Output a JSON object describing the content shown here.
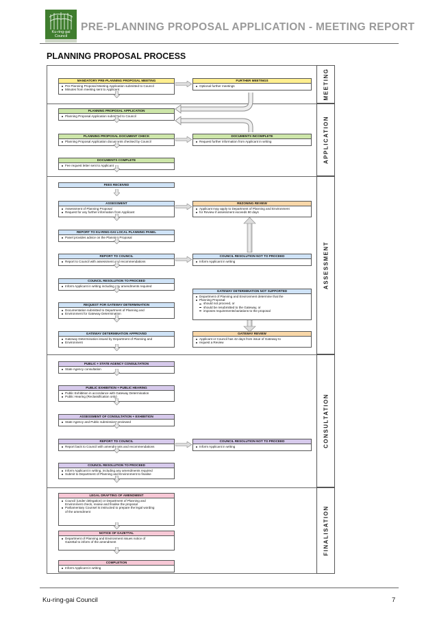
{
  "header": {
    "logo_line1": "Ku-ring-gai",
    "logo_line2": "Council",
    "title": "PRE-PLANNING PROPOSAL APPLICATION - MEETING REPORT"
  },
  "section_title": "PLANNING PROPOSAL PROCESS",
  "phases": {
    "meeting": "MEETING",
    "application": "APPLICATION",
    "assessment": "ASSESSMENT",
    "consultation": "CONSULTATION",
    "finalisation": "FINALISATION"
  },
  "colors": {
    "meeting": "#ffef8f",
    "application": "#cde6a9",
    "assessment": "#cfe3f7",
    "consultation": "#d7caec",
    "finalisation": "#f7c8d6",
    "review": "#f9d7a8",
    "arrow": "#9a9a9a"
  },
  "steps": {
    "mandatory_meeting": {
      "title": "MANDATORY PRE-PLANNING PROPOSAL MEETING",
      "items": [
        "Pre Planning Proposal Meeting Application submitted to Council",
        "Minutes from meeting sent to Applicant"
      ]
    },
    "further_meetings": {
      "title": "FURTHER MEETINGS",
      "items": [
        "Optional further meetings"
      ]
    },
    "pp_application": {
      "title": "PLANNING PROPOSAL APPLICATION",
      "items": [
        "Planning Proposal Application submitted to Council"
      ]
    },
    "document_check": {
      "title": "PLANNING PROPOSAL DOCUMENT CHECK",
      "items": [
        "Planning Proposal Application documents checked by Council"
      ]
    },
    "documents_incomplete": {
      "title": "DOCUMENTS INCOMPLETE",
      "items": [
        "Request further information from Applicant in writing"
      ]
    },
    "documents_complete": {
      "title": "DOCUMENTS COMPLETE",
      "items": [
        "Fee request letter sent to Applicant"
      ]
    },
    "fees_received": {
      "title": "FEES RECEIVED"
    },
    "assessment": {
      "title": "ASSESSMENT",
      "items": [
        "Assessment of Planning Proposal",
        "Request for any further information from Applicant"
      ]
    },
    "rezoning_review": {
      "title": "REZONING REVIEW",
      "items": [
        "Applicant may apply to Department of Planning and Environment",
        "for Review if assessment exceeds 90 days"
      ]
    },
    "report_lpp": {
      "title": "REPORT TO KU-RING-GAI LOCAL PLANNING PANEL",
      "items": [
        "Panel provides advice on the Planning Proposal"
      ]
    },
    "report_council_1": {
      "title": "REPORT TO COUNCIL",
      "items": [
        "Report to Council with assessment and recommendations"
      ]
    },
    "not_proceed_1": {
      "title": "COUNCIL RESOLUTION NOT TO PROCEED",
      "items": [
        "Inform Applicant in writing"
      ]
    },
    "resolution_proceed_1": {
      "title": "COUNCIL RESOLUTION TO PROCEED",
      "items": [
        "Inform Applicant in writing including any amendments required"
      ]
    },
    "gateway_not_supported": {
      "title": "GATEWAY DETERMINATION NOT SUPPORTED",
      "items": [
        "Department of Planning and Environment determine that the",
        "Planning Proposal:"
      ],
      "subitems": [
        "should not proceed, or",
        "should be resubmitted to the Gateway, or",
        "imposes requirements/variations to the proposal"
      ]
    },
    "request_gateway": {
      "title": "REQUEST FOR GATEWAY DETERMINATION",
      "items": [
        "Documentation submitted to Department of Planning and",
        "Environment for Gateway Determination"
      ]
    },
    "gateway_review": {
      "title": "GATEWAY REVIEW",
      "items": [
        "Applicant or Council has 42 days from issue of Gateway to",
        "request a Review"
      ]
    },
    "gateway_approved": {
      "title": "GATEWAY DETERMINATION APPROVED",
      "items": [
        "Gateway Determination issued by Department of Planning and",
        "Environment"
      ]
    },
    "public_consultation": {
      "title": "PUBLIC + STATE AGENCY CONSULTATION",
      "items": [
        "State Agency consultation"
      ]
    },
    "public_exhibition": {
      "title": "PUBLIC EXHIBITION + PUBLIC HEARING",
      "items": [
        "Public Exhibition in accordance with Gateway Determination",
        "Public Hearing (Reclassification only)"
      ]
    },
    "assessment_consultation": {
      "title": "ASSESSMENT OF CONSULTATION + EXHIBITION",
      "items": [
        "State Agency and Public submissions reviewed"
      ]
    },
    "report_council_2": {
      "title": "REPORT TO COUNCIL",
      "items": [
        "Report back to Council with amendments and recommendations"
      ]
    },
    "not_proceed_2": {
      "title": "COUNCIL RESOLUTION NOT TO PROCEED",
      "items": [
        "Inform Applicant in writing"
      ]
    },
    "resolution_proceed_2": {
      "title": "COUNCIL RESOLUTION TO PROCEED",
      "items": [
        "Inform Applicant in writing, including any amendments required",
        "Submit to Department of Planning and Environment to finalise"
      ]
    },
    "legal_drafting": {
      "title": "LEGAL DRAFTING OF AMENDMENT",
      "items": [
        "Council (under delegation) or Department of Planning and",
        "Parliamentary Counsel is instructed to prepare the legal wording"
      ],
      "continuations": [
        "Environment check, review and finalise the proposal",
        "of the amendment"
      ]
    },
    "notice_gazettal": {
      "title": "NOTICE OF GAZETTAL",
      "items": [
        "Department of Planning and Environment issues notice of"
      ],
      "continuations": [
        "Gazettal to inform of the amendment"
      ]
    },
    "completion": {
      "title": "COMPLETION",
      "items": [
        "Inform Applicant in writing"
      ]
    }
  },
  "footer": {
    "organisation": "Ku-ring-gai Council",
    "page_number": "7"
  }
}
